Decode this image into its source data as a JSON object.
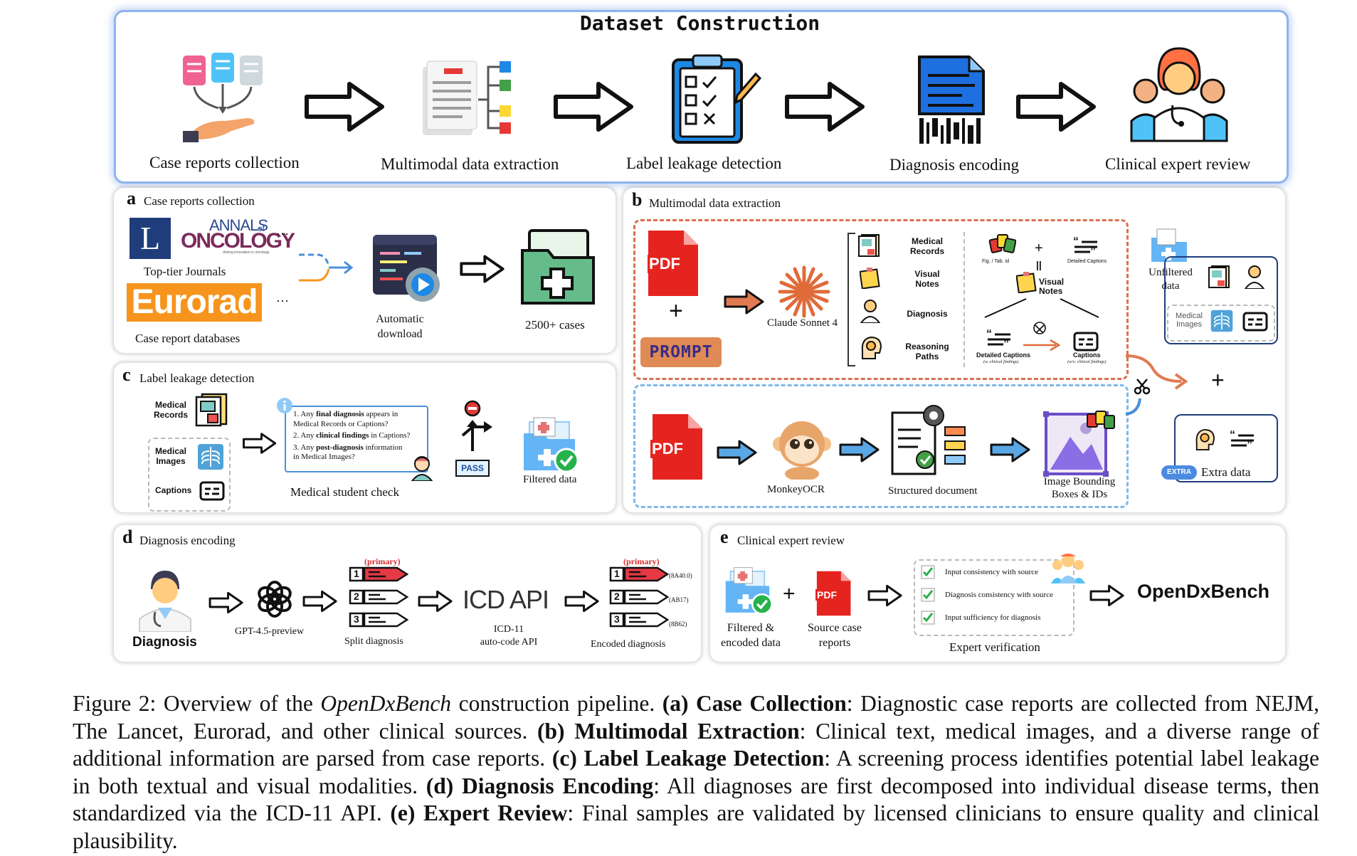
{
  "top": {
    "title": "Dataset Construction",
    "steps": [
      "Case reports collection",
      "Multimodal data extraction",
      "Label leakage detection",
      "Diagnosis encoding",
      "Clinical expert review"
    ]
  },
  "panel_a": {
    "letter": "a",
    "title": "Case reports collection",
    "lancet_logo": "L",
    "annals_logo": "ANNALS",
    "annals_of": "of",
    "oncology_logo": "ONCOLOGY",
    "annals_tagline": "driving innovation in oncology",
    "ellipsis": "···",
    "journals_label": "Top-tier Journals",
    "eurorad_logo": "Eurorad",
    "databases_label": "Case report databases",
    "download_label_1": "Automatic",
    "download_label_2": "download",
    "cases_label": "2500+  cases"
  },
  "panel_b": {
    "letter": "b",
    "title": "Multimodal data extraction",
    "pdf_label": "PDF",
    "plus": "+",
    "prompt_label": "PROMPT",
    "claude_label": "Claude Sonnet 4",
    "list_items": [
      {
        "line1": "Medical",
        "line2": "Records"
      },
      {
        "line1": "Visual",
        "line2": "Notes"
      },
      {
        "line1": "Diagnosis",
        "line2": ""
      },
      {
        "line1": "Reasoning",
        "line2": "Paths"
      }
    ],
    "fig_tab_label": "Fig. / Tab. id",
    "detailed_captions_small": "Detailed Captions",
    "equals": "||",
    "visual_notes_1": "Visual",
    "visual_notes_2": "Notes",
    "detailed_captions": "Detailed Captions",
    "detailed_captions_sub": "(w. clinical findings)",
    "captions": "Captions",
    "captions_sub": "(w/o. clinical findings)",
    "monkeyocr_label": "MonkeyOCR",
    "structured_label": "Structured document",
    "bbox_label_1": "Image Bounding",
    "bbox_label_2": "Boxes & IDs",
    "unfiltered_label_1": "Unfiltered",
    "unfiltered_label_2": "data",
    "medical_images_1": "Medical",
    "medical_images_2": "Images",
    "extra_badge": "EXTRA",
    "extra_label": "Extra  data"
  },
  "panel_c": {
    "letter": "c",
    "title": "Label leakage detection",
    "medical_records_1": "Medical",
    "medical_records_2": "Records",
    "medical_images_1": "Medical",
    "medical_images_2": "Images",
    "captions": "Captions",
    "questions": [
      {
        "pre": "1. Any ",
        "bold": "final diagnosis",
        "post": " appears in",
        "line2": "Medical Records or Captions?"
      },
      {
        "pre": "2. Any ",
        "bold": "clinical findings",
        "post": " in Captions?",
        "line2": ""
      },
      {
        "pre": "3. Any ",
        "bold": "post-diagnosis",
        "post": " information",
        "line2": "in Medical Images?"
      }
    ],
    "check_label": "Medical student check",
    "pass_label": "PASS",
    "filtered_label": "Filtered data"
  },
  "panel_d": {
    "letter": "d",
    "title": "Diagnosis encoding",
    "diagnosis_label": "Diagnosis",
    "gpt_label": "GPT-4.5-preview",
    "primary_tag": "(primary)",
    "split_label": "Split diagnosis",
    "icd_api": "ICD API",
    "icd_label_1": "ICD-11",
    "icd_label_2": "auto-code API",
    "encoded_label": "Encoded diagnosis",
    "ranks": [
      "1",
      "2",
      "3"
    ],
    "codes": [
      "(8A40.0)",
      "(AB17)",
      "(8B62)"
    ]
  },
  "panel_e": {
    "letter": "e",
    "title": "Clinical expert review",
    "filtered_label_1": "Filtered &",
    "filtered_label_2": "encoded data",
    "plus": "+",
    "pdf_label": "PDF",
    "source_label_1": "Source case",
    "source_label_2": "reports",
    "checklist": [
      "Input consistency with source",
      "Diagnosis consistency with source",
      "Input sufficiency for diagnosis"
    ],
    "verification_label": "Expert verification",
    "bench_label": "OpenDxBench"
  },
  "caption": {
    "fig": "Figure 2: Overview of the ",
    "bench": "OpenDxBench",
    "after_bench": " construction pipeline. ",
    "a_tag": "(a) Case Collection",
    "a_text": ": Diagnostic case reports are collected from NEJM, The Lancet, Eurorad, and other clinical sources. ",
    "b_tag": "(b) Multimodal Extraction",
    "b_text": ": Clinical text, medical images, and a diverse range of additional information are parsed from case reports. ",
    "c_tag": "(c) Label Leakage Detection",
    "c_text": ": A screening process identifies potential label leakage in both textual and visual modalities. ",
    "d_tag": "(d) Diagnosis Encoding",
    "d_text": ": All diagnoses are first decomposed into individual disease terms, then standardized via the ICD-11 API. ",
    "e_tag": "(e) Expert Review",
    "e_text": ": Final samples are validated by licensed clinicians to ensure quality and clinical plausibility."
  }
}
